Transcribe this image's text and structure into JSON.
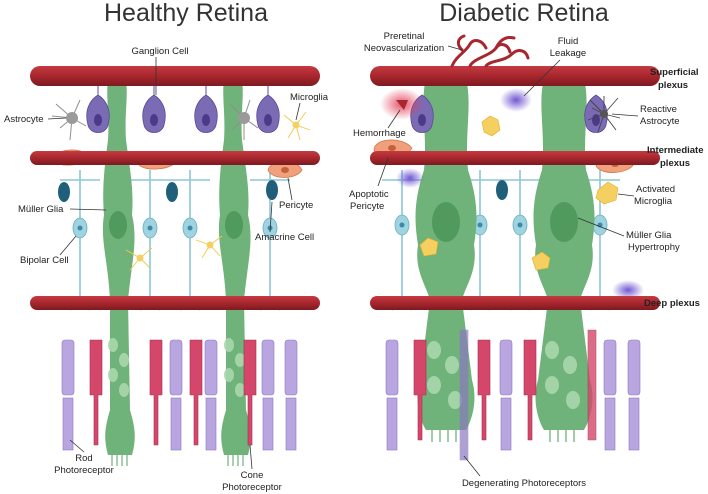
{
  "titles": {
    "healthy": "Healthy Retina",
    "diabetic": "Diabetic Retina"
  },
  "healthy_labels": {
    "ganglion": "Ganglion Cell",
    "astrocyte": "Astrocyte",
    "microglia": "Microglia",
    "pericyte": "Pericyte",
    "muller": "Müller Glia",
    "bipolar": "Bipolar Cell",
    "amacrine": "Amacrine Cell",
    "rod_line1": "Rod",
    "rod_line2": "Photoreceptor",
    "cone_line1": "Cone",
    "cone_line2": "Photoreceptor"
  },
  "diabetic_labels": {
    "neovasc_line1": "Preretinal",
    "neovasc_line2": "Neovascularization",
    "fluid_line1": "Fluid",
    "fluid_line2": "Leakage",
    "hemorrhage": "Hemorrhage",
    "reactive_line1": "Reactive",
    "reactive_line2": "Astrocyte",
    "apoptotic_line1": "Apoptotic",
    "apoptotic_line2": "Pericyte",
    "activated_line1": "Activated",
    "activated_line2": "Microglia",
    "muller_line1": "Müller Glia",
    "muller_line2": "Hypertrophy",
    "degenerating": "Degenerating Photoreceptors"
  },
  "plexus_labels": {
    "superficial_line1": "Superficial",
    "superficial_line2": "plexus",
    "intermediate_line1": "Intermediate",
    "intermediate_line2": "plexus",
    "deep": "Deep plexus"
  },
  "colors": {
    "vessel": "#a8262e",
    "vessel_dark": "#7d1a20",
    "muller": "#6fb27a",
    "muller_dark": "#4f9a5c",
    "ganglion": "#7b6bb5",
    "bipolar": "#9fd3e0",
    "amacrine": "#1f5f7a",
    "rod": "#b9a6e0",
    "cone": "#d4476a",
    "pericyte": "#f0a07a",
    "microglia": "#f5d060",
    "astrocyte": "#9a9a9a",
    "leakage": "#7a5fd0",
    "hemorrhage": "#e05060"
  }
}
